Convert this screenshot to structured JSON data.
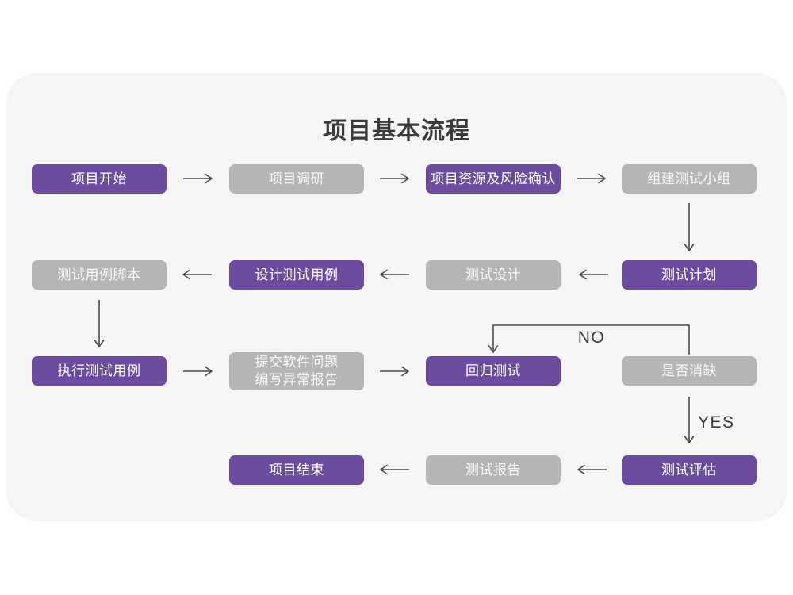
{
  "title": "项目基本流程",
  "nodes": [
    {
      "id": "project-start",
      "label": "项目开始",
      "variant": "purple"
    },
    {
      "id": "project-research",
      "label": "项目调研",
      "variant": "gray"
    },
    {
      "id": "resources-risk",
      "label": "项目资源及风险确认",
      "variant": "purple"
    },
    {
      "id": "build-test-team",
      "label": "组建测试小组",
      "variant": "gray"
    },
    {
      "id": "test-plan",
      "label": "测试计划",
      "variant": "purple"
    },
    {
      "id": "test-design",
      "label": "测试设计",
      "variant": "gray"
    },
    {
      "id": "design-test-cases",
      "label": "设计测试用例",
      "variant": "purple"
    },
    {
      "id": "test-case-script",
      "label": "测试用例脚本",
      "variant": "gray"
    },
    {
      "id": "execute-test-cases",
      "label": "执行测试用例",
      "variant": "purple"
    },
    {
      "id": "submit-issue-report",
      "label": "提交软件问题\n编写异常报告",
      "variant": "gray"
    },
    {
      "id": "regression-test",
      "label": "回归测试",
      "variant": "purple"
    },
    {
      "id": "defect-cleared",
      "label": "是否消缺",
      "variant": "gray"
    },
    {
      "id": "test-evaluation",
      "label": "测试评估",
      "variant": "purple"
    },
    {
      "id": "test-report",
      "label": "测试报告",
      "variant": "gray"
    },
    {
      "id": "project-end",
      "label": "项目结束",
      "variant": "purple"
    }
  ],
  "edge_labels": {
    "no": "NO",
    "yes": "YES"
  },
  "colors": {
    "purple": "#6B4C9E",
    "gray": "#B6B6B6",
    "card": "#F5F5F6",
    "canvas": "#FFFFFF",
    "line": "#4C4C4C",
    "title": "#3B3B3B"
  }
}
